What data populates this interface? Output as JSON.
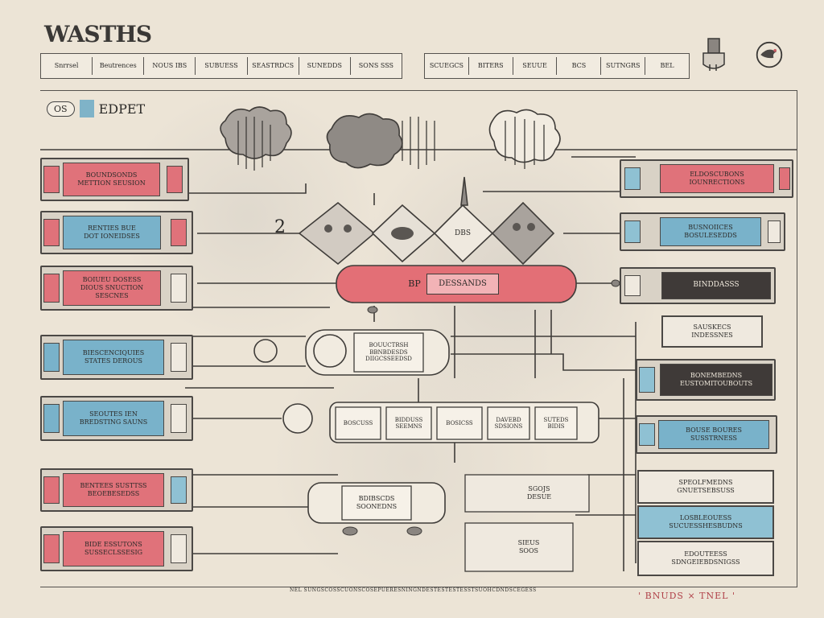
{
  "header": {
    "title": "WASTHS",
    "nav_left": [
      "Snrrsel",
      "Beutrences",
      "NOUS IBS",
      "SUBUESS",
      "SEASTRDCS",
      "SUNEDDS",
      "SONS SSS"
    ],
    "nav_right": [
      "SCUEGCS",
      "BITERS",
      "SEUUE",
      "BCS",
      "SUTNGRS",
      "BEL"
    ]
  },
  "section": {
    "tab": "OS",
    "label": "EDPET"
  },
  "left_modules": [
    {
      "text": "BOUNDSONDS\nMETTION SEUSION",
      "color": "red"
    },
    {
      "text": "RENTIES BUE\nDOT IONEIDSES",
      "color": "blue"
    },
    {
      "text": "BOIUEU DOSESS\nDIOUS SNUCTION\nSESCNES",
      "color": "red"
    },
    {
      "text": "BIESCENCIQUIES\nSTATES DEROUS",
      "color": "blue"
    },
    {
      "text": "SEOUTES IEN\nBREDSTING SAUNS",
      "color": "blue"
    },
    {
      "text": "BENTEES SUSTTSS\nBEOEBESEDSS",
      "color": "red"
    },
    {
      "text": "BIDE ESSUTONS\nSUSSECLSSESIG",
      "color": "red"
    }
  ],
  "right_modules": [
    {
      "text": "ELDOSCUBONS\nIOUNRECTIONS",
      "color": "red"
    },
    {
      "text": "BUSNOIICES\nBOSULESEDDS",
      "color": "blue"
    },
    {
      "text": "BINDDASSS",
      "color": "dark"
    },
    {
      "text": "SAUSKECS\nINDESSNES",
      "color": "pale"
    },
    {
      "text": "BONEMBEDNS\nEUSTOMITOUBOUTS",
      "color": "dark"
    },
    {
      "text": "BOUSE BOURES\nSUSSTRNESS",
      "color": "blue"
    }
  ],
  "right_list": {
    "items": [
      "SPEOLFMEDNS\nGNUETSEBSUSS",
      "LOSBLEOUESS\nSUCUESSHESBUDNS",
      "EDOUTEESS\nSDNGEIEBDSNIGSS"
    ]
  },
  "center": {
    "banner": "DESSANDS",
    "banner_tag": "BP",
    "info_box": "BOUUCTRSH\nBBNBDESDS\nDIIGCSSEEDSD",
    "row_cells": [
      "BOSCUSS",
      "BIDDUSS\nSEEMNS",
      "BOSICSS",
      "DAVEBD\nSDSIONS",
      "SUTEDS\nBIDIS"
    ],
    "lower_box": "BDIBSCDS\nSOONEDNS",
    "card1": "SGOJS\nDESUE",
    "card2": "SIEUS\nSOOS",
    "diamond": "DBS",
    "hand_mark": "2"
  },
  "footer": {
    "caption": "NEL SUNGSCOSSCUONSCOSEPUERESNINGNDESTESTESTESSTSUOHCDNDSCEGESS",
    "right": "' BNUDS × TNEL '"
  },
  "colors": {
    "red": "#e0727a",
    "blue": "#79b2ca",
    "dark": "#3f3a38",
    "paper": "#ece4d6",
    "ink": "#4b4845"
  }
}
